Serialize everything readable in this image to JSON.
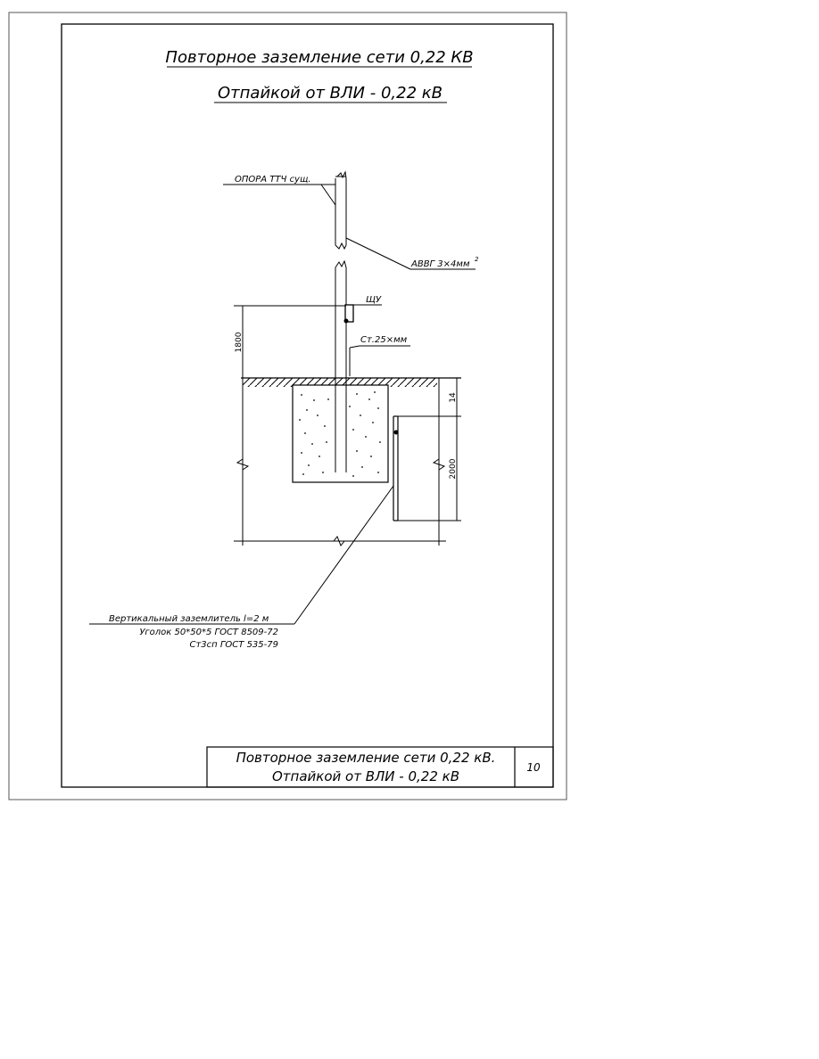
{
  "title": {
    "line1": "Повторное заземление сети 0,22 КВ",
    "line2": "Отпайкой от ВЛИ - 0,22 кВ"
  },
  "labels": {
    "pole": "ОПОРА ТТЧ сущ.",
    "cable": "АВВГ 3×4мм",
    "cable_sup": "2",
    "box": "ЩУ",
    "strip": "Ст.25×мм",
    "electrode_line1": "Вертикальный заземлитель l=2 м",
    "electrode_line2": "Уголок 50*50*5 ГОСТ 8509-72",
    "electrode_line3": "Ст3сп ГОСТ 535-79"
  },
  "dimensions": {
    "height_above": "1800",
    "depth_top": "14",
    "electrode_len": "2000"
  },
  "title_block": {
    "line1": "Повторное заземление сети 0,22 кВ.",
    "line2": "Отпайкой от ВЛИ - 0,22 кВ",
    "sheet": "10"
  }
}
